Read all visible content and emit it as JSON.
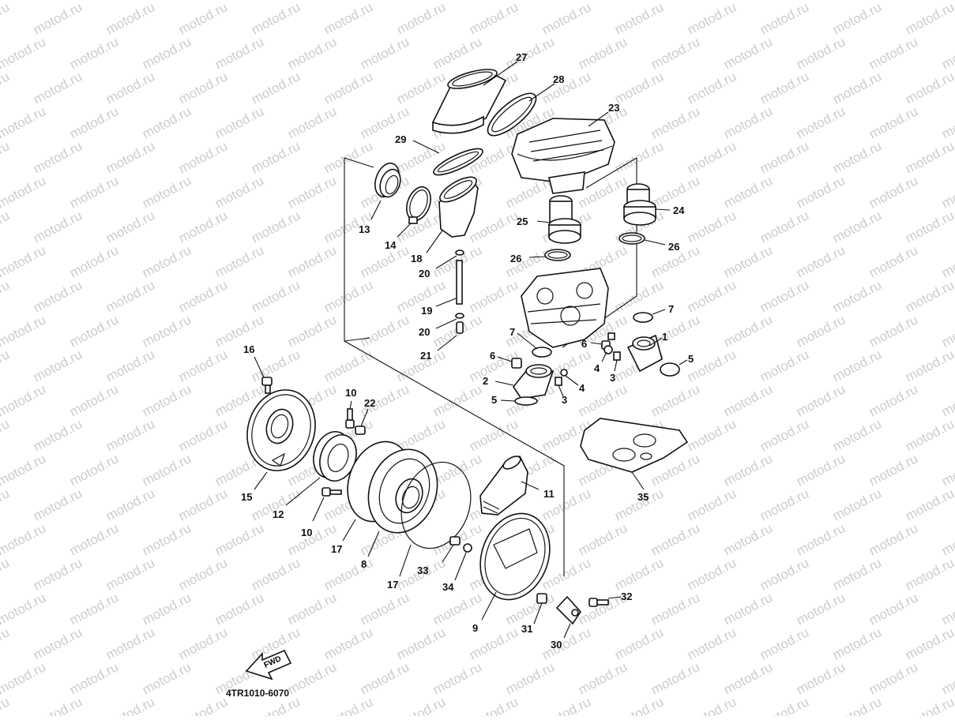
{
  "diagram": {
    "code": "4TR1010-6070",
    "fwd_label": "FWD",
    "watermark": "motod.ru",
    "ink_color": "#111111",
    "watermark_color": "#cccccc",
    "callouts": {
      "c1": "1",
      "c2": "2",
      "c3a": "3",
      "c3b": "3",
      "c4a": "4",
      "c4b": "4",
      "c5a": "5",
      "c5b": "5",
      "c6a": "6",
      "c6b": "6",
      "c7a": "7",
      "c7b": "7",
      "c8": "8",
      "c9": "9",
      "c10a": "10",
      "c10b": "10",
      "c11": "11",
      "c12": "12",
      "c13": "13",
      "c14": "14",
      "c15": "15",
      "c16": "16",
      "c17a": "17",
      "c17b": "17",
      "c18": "18",
      "c19": "19",
      "c20a": "20",
      "c20b": "20",
      "c21": "21",
      "c22": "22",
      "c23": "23",
      "c24": "24",
      "c25": "25",
      "c26a": "26",
      "c26b": "26",
      "c27": "27",
      "c28": "28",
      "c29": "29",
      "c30": "30",
      "c31": "31",
      "c32": "32",
      "c33": "33",
      "c34": "34",
      "c35": "35"
    }
  }
}
